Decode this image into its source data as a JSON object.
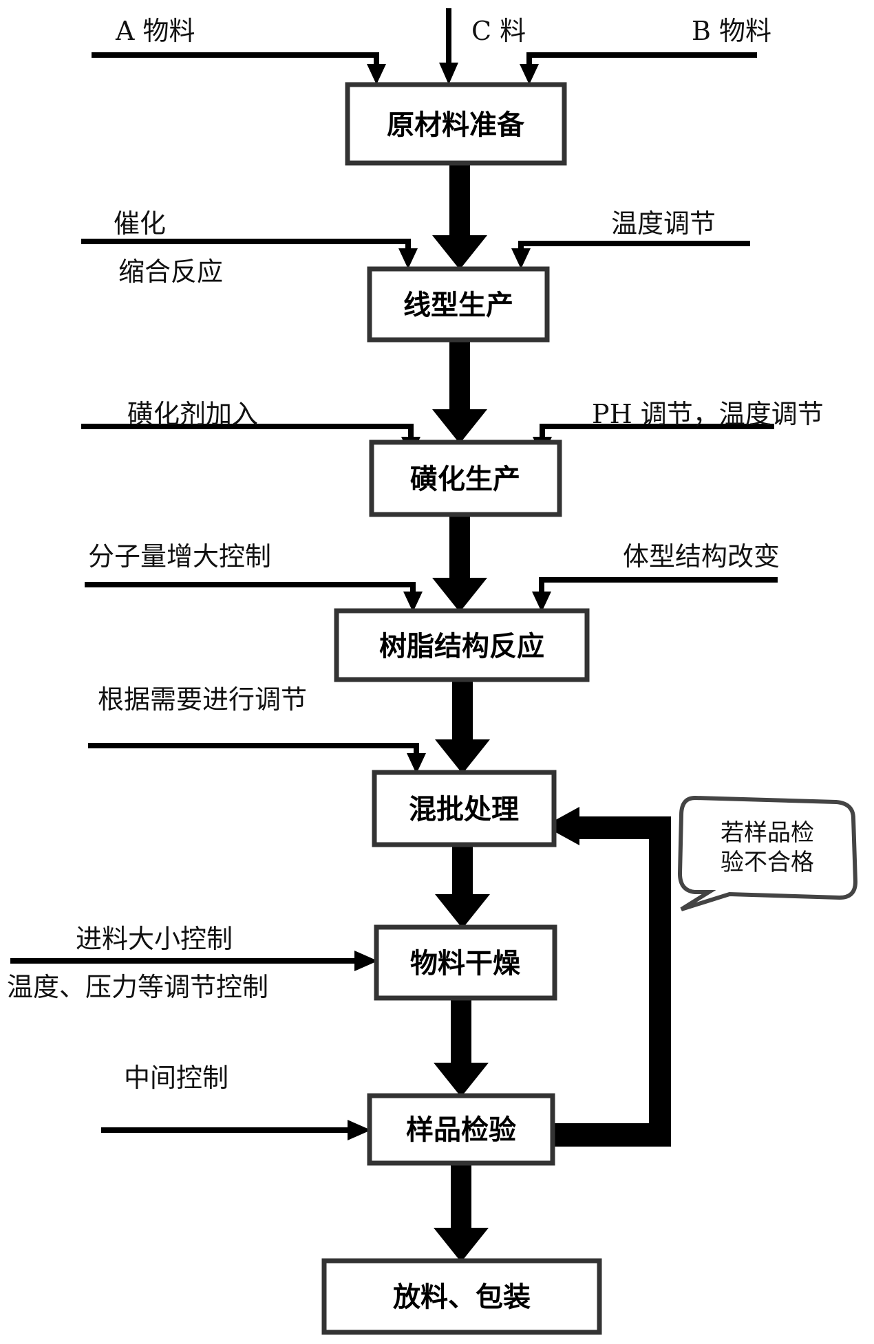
{
  "diagram": {
    "type": "process-flowchart",
    "steps": [
      {
        "id": "raw-material-prep",
        "label": "原材料准备"
      },
      {
        "id": "linear-production",
        "label": "线型生产"
      },
      {
        "id": "sulfonation-production",
        "label": "磺化生产"
      },
      {
        "id": "resin-structure-reaction",
        "label": "树脂结构反应"
      },
      {
        "id": "batch-mixing",
        "label": "混批处理"
      },
      {
        "id": "material-drying",
        "label": "物料干燥"
      },
      {
        "id": "sample-inspection",
        "label": "样品检验"
      },
      {
        "id": "discharge-packaging",
        "label": "放料、包装"
      }
    ],
    "inputs": {
      "raw_material_prep": {
        "left": "A 物料",
        "center": "C 料",
        "right": "B 物料"
      },
      "linear_production": {
        "left_top": "催化",
        "left_bottom": "缩合反应",
        "right": "温度调节"
      },
      "sulfonation_production": {
        "left": "磺化剂加入",
        "right": "PH 调节，温度调节"
      },
      "resin_structure_reaction": {
        "left": "分子量增大控制",
        "right": "体型结构改变"
      },
      "batch_mixing": {
        "left": "根据需要进行调节"
      },
      "material_drying": {
        "top": "进料大小控制",
        "bottom": "温度、压力等调节控制"
      },
      "sample_inspection": {
        "left": "中间控制"
      }
    },
    "feedback": {
      "from": "sample-inspection",
      "to": "batch-mixing",
      "callout_lines": [
        "若样品检",
        "验不合格"
      ]
    }
  }
}
